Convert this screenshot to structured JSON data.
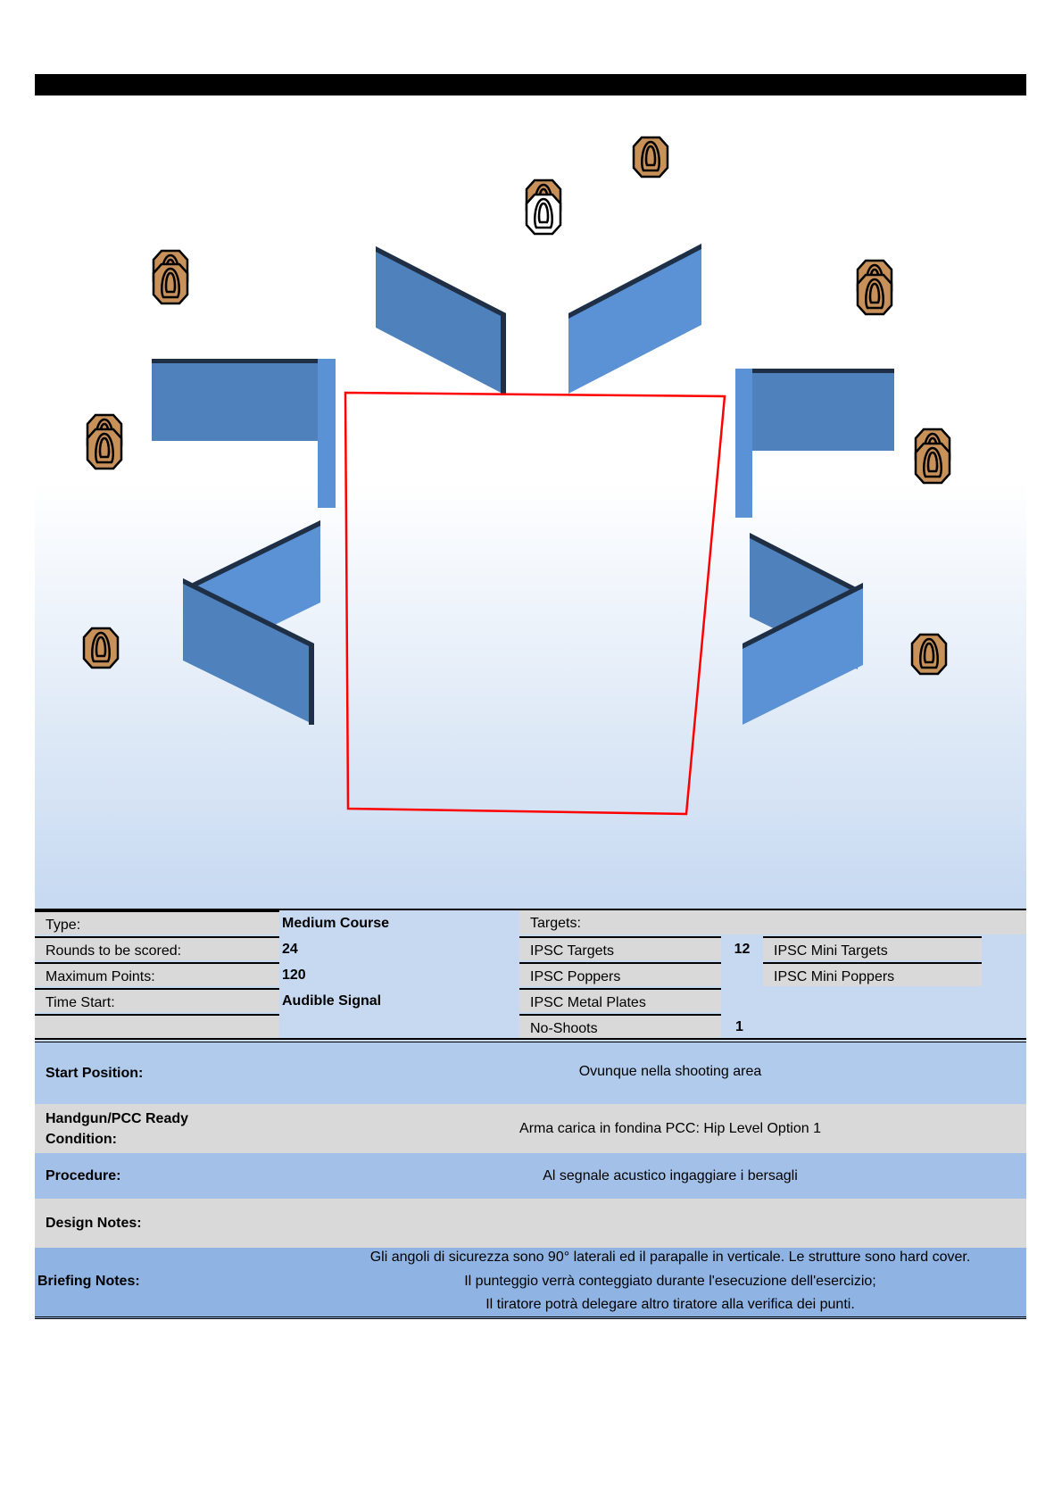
{
  "colors": {
    "wall": "#4f81bd",
    "wall_light": "#5b92d5",
    "wall_edge": "#1f2f45",
    "target": "#c8915a",
    "area": "#ff0000"
  },
  "info": {
    "type_label": "Type:",
    "type_value": "Medium Course",
    "rounds_label": "Rounds to be scored:",
    "rounds_value": "24",
    "max_label": "Maximum Points:",
    "max_value": "120",
    "start_label": "Time Start:",
    "start_value": "Audible Signal"
  },
  "targets": {
    "header": "Targets:",
    "ipsc_targets": "IPSC Targets",
    "ipsc_targets_count": "12",
    "ipsc_poppers": "IPSC Poppers",
    "ipsc_metal": "IPSC Metal Plates",
    "no_shoots": "No-Shoots",
    "no_shoots_count": "1",
    "mini_targets": "IPSC Mini Targets",
    "mini_poppers": "IPSC Mini Poppers"
  },
  "sections": {
    "start_position_label": "Start Position:",
    "start_position_value": "Ovunque nella shooting area",
    "ready_label_1": "Handgun/PCC Ready",
    "ready_label_2": "Condition:",
    "ready_value": "Arma carica in fondina PCC: Hip Level Option 1",
    "procedure_label": "Procedure:",
    "procedure_value": "Al segnale acustico ingaggiare i bersagli",
    "design_label": "Design Notes:",
    "briefing_label": "Briefing Notes:",
    "briefing_lines": [
      "Gli angoli di sicurezza sono 90° laterali ed il parapalle in verticale. Le strutture sono hard cover.",
      "Il punteggio verrà conteggiato durante l'esecuzione dell'esercizio;",
      "Il tiratore potrà delegare altro tiratore alla verifica dei punti."
    ]
  }
}
